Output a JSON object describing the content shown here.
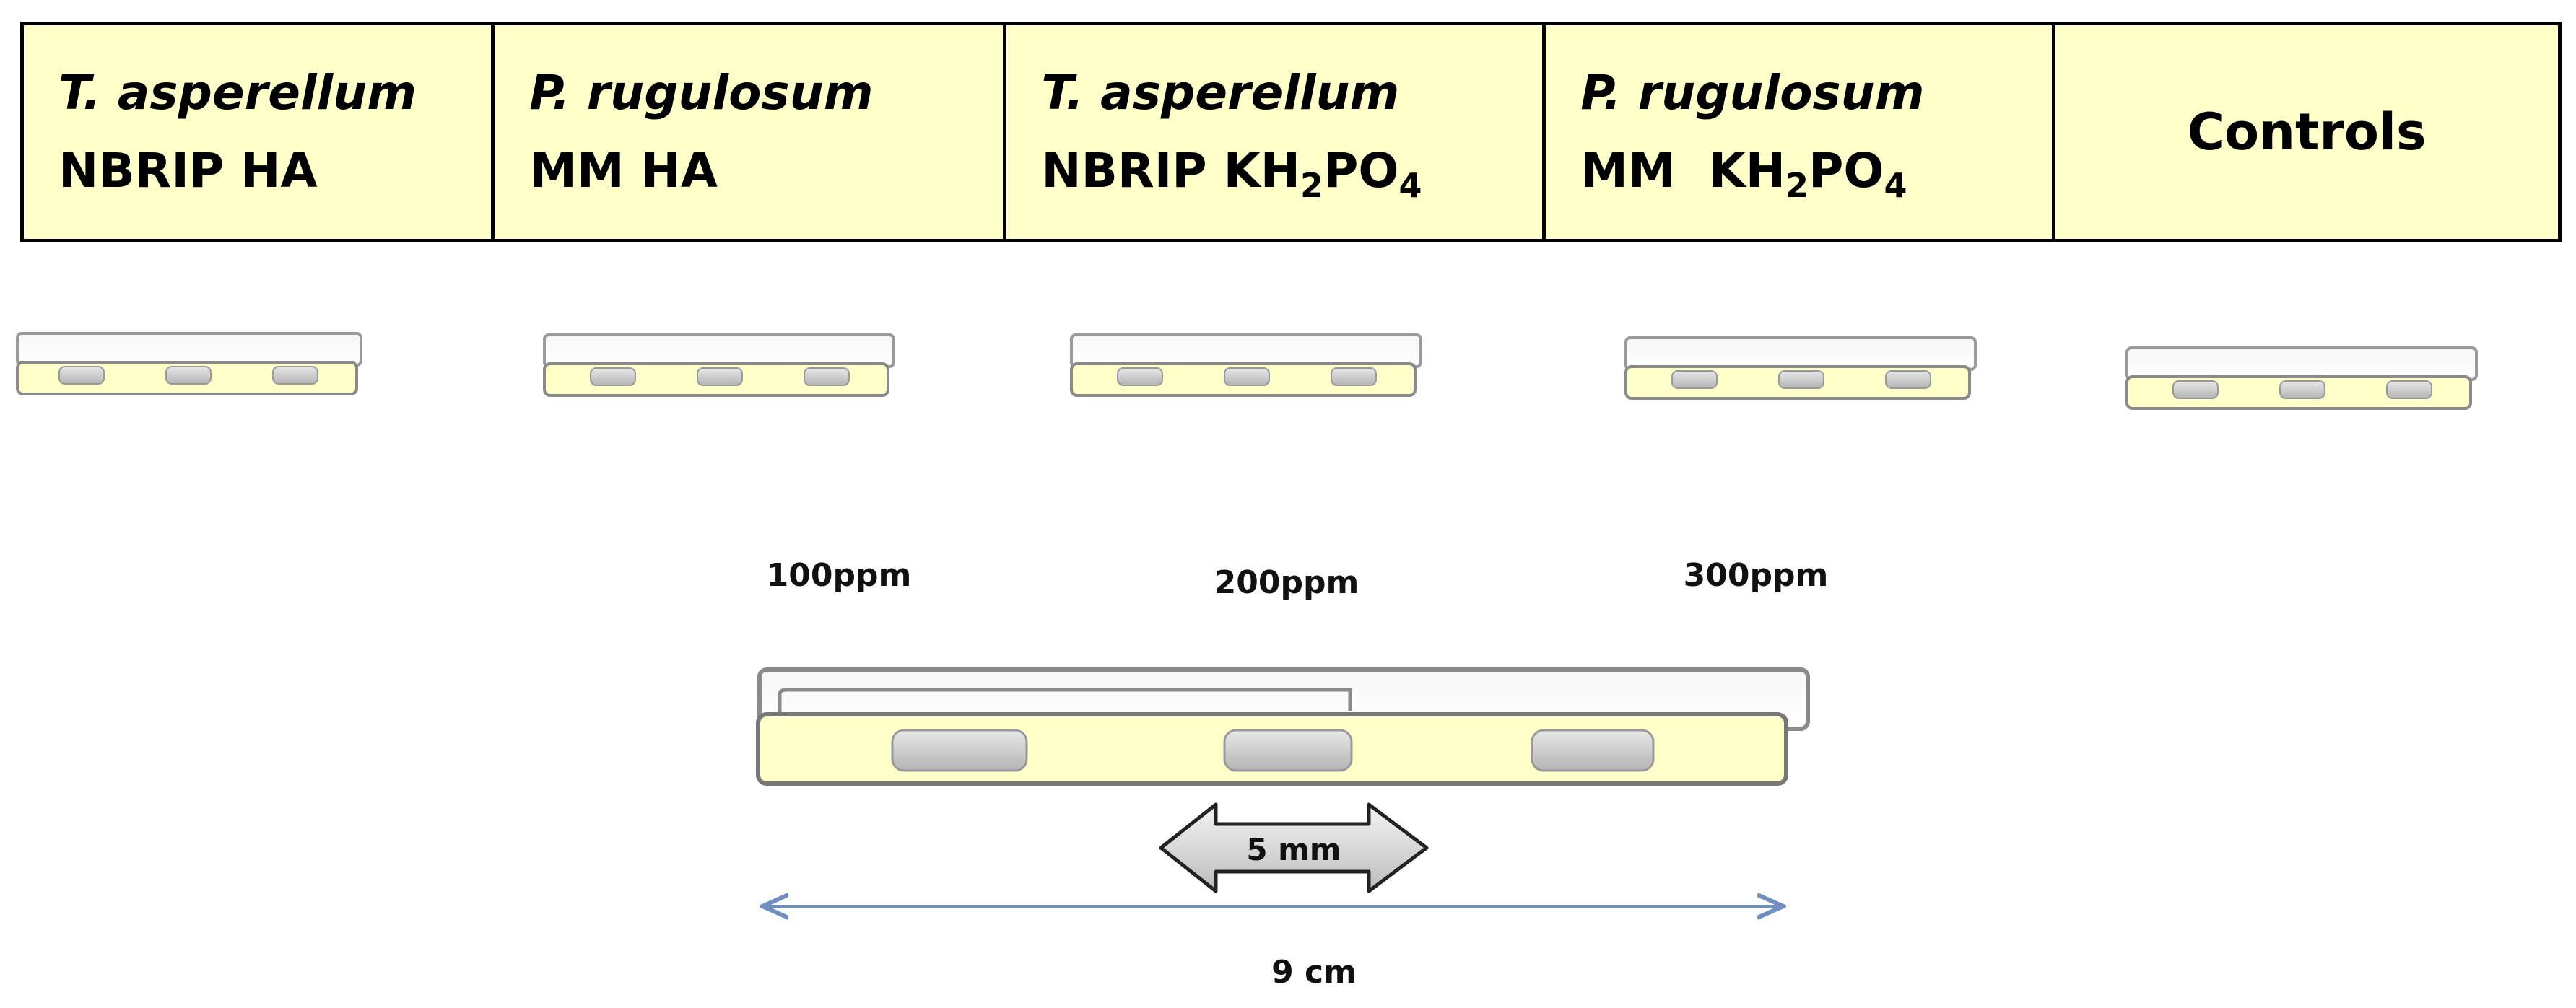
{
  "header": {
    "cells": [
      {
        "organism": "T. asperellum",
        "medium": "NBRIP",
        "treatment": "HA",
        "subscript": ""
      },
      {
        "organism": "P. rugulosum",
        "medium": "MM",
        "treatment": "HA",
        "subscript": ""
      },
      {
        "organism": "T. asperellum",
        "medium": "NBRIP",
        "treatment": "KH",
        "sub1": "2",
        "mid": "PO",
        "sub2": "4"
      },
      {
        "organism": "P. rugulosum",
        "medium": "MM",
        "treatment": "KH",
        "sub1": "2",
        "mid": "PO",
        "sub2": "4"
      },
      {
        "label": "Controls"
      }
    ]
  },
  "diagram": {
    "concentrations": [
      "100ppm",
      "200ppm",
      "300ppm"
    ],
    "disc_size": "5 mm",
    "dish_diameter": "9 cm"
  },
  "colors": {
    "agar": "#feffc9",
    "disc": "#c8c8c8",
    "outline": "#000000",
    "scale_line": "#6f8fbf",
    "arrow_fill": "#d9d9d9"
  }
}
